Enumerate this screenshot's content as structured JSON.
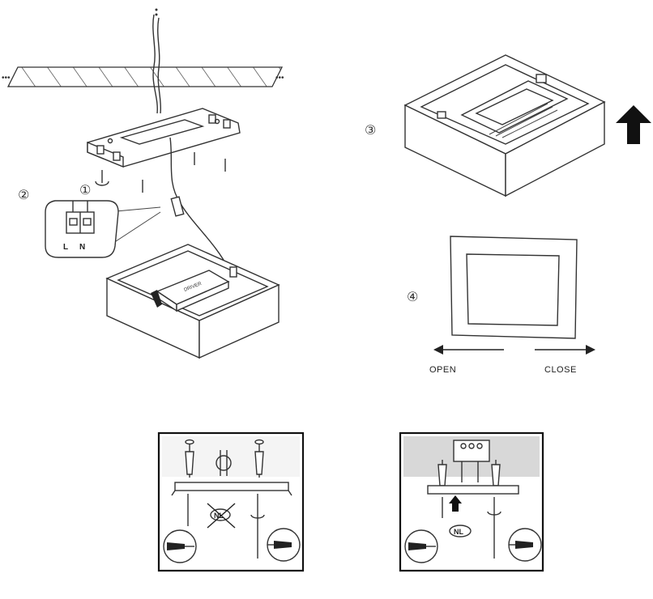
{
  "steps": {
    "step1": "①",
    "step2": "②",
    "step3": "③",
    "step4": "④"
  },
  "terminal": {
    "live_label": "L",
    "neutral_label": "N"
  },
  "driver_label": "DRIVER",
  "cover": {
    "open_label": "OPEN",
    "close_label": "CLOSE"
  },
  "panels": {
    "left_badge": "NL",
    "right_badge": "NL"
  },
  "ellipsis_left": "•••",
  "ellipsis_right": "•••"
}
